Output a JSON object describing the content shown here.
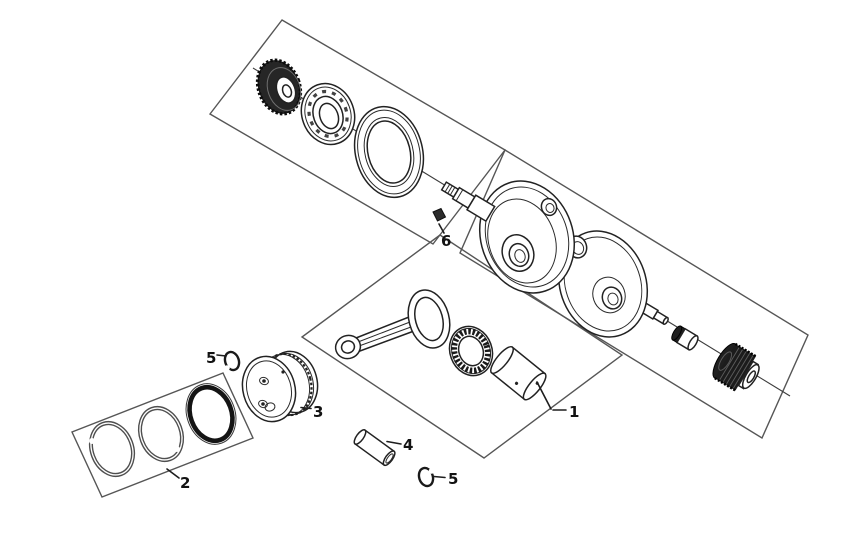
{
  "diagram": {
    "background_color": "#ffffff",
    "line_color": "#2b2b2b",
    "box_line_color": "#565656",
    "dark_part_color": "#1f1f1f",
    "label_color": "#121212",
    "callouts": [
      {
        "number": "1",
        "annotates": "crank-pin"
      },
      {
        "number": "2",
        "annotates": "piston-ring-set"
      },
      {
        "number": "3",
        "annotates": "piston"
      },
      {
        "number": "4",
        "annotates": "piston-pin"
      },
      {
        "number": "5",
        "annotates": "piston-pin-clip-upper"
      },
      {
        "number": "5",
        "annotates": "piston-pin-clip-lower"
      },
      {
        "number": "6",
        "annotates": "woodruff-key"
      }
    ]
  }
}
